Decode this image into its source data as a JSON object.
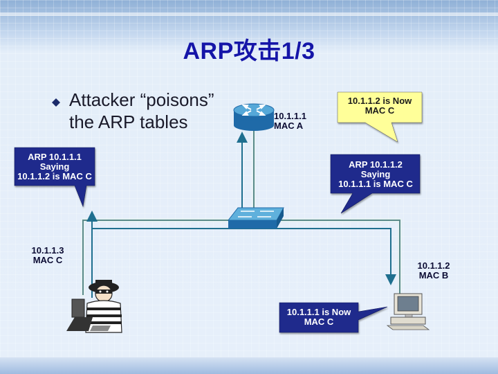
{
  "slide": {
    "title": "ARP攻击1/3",
    "bullet": "Attacker “poisons” the ARP tables"
  },
  "nodes": {
    "router": {
      "ip": "10.1.1.1",
      "mac": "MAC A"
    },
    "attacker": {
      "ip": "10.1.1.3",
      "mac": "MAC C"
    },
    "host_b": {
      "ip": "10.1.1.2",
      "mac": "MAC B"
    }
  },
  "callouts": {
    "arp_to_router": {
      "line1": "ARP 10.1.1.1",
      "line2": "Saying",
      "line3": "10.1.1.2 is MAC C"
    },
    "arp_to_host": {
      "line1": "ARP 10.1.1.2",
      "line2": "Saying",
      "line3": "10.1.1.1 is MAC C"
    },
    "router_belief": {
      "line1": "10.1.1.2 is Now",
      "line2": "MAC C"
    },
    "host_belief": {
      "line1": "10.1.1.1 is Now",
      "line2": "MAC C"
    }
  },
  "icons": [
    "router-icon",
    "switch-icon",
    "attacker-icon",
    "computer-icon"
  ],
  "colors": {
    "title": "#1515a8",
    "callout_blue": "#1f2a8c",
    "callout_yellow": "#ffff99",
    "link_line": "#5a8a8a"
  }
}
